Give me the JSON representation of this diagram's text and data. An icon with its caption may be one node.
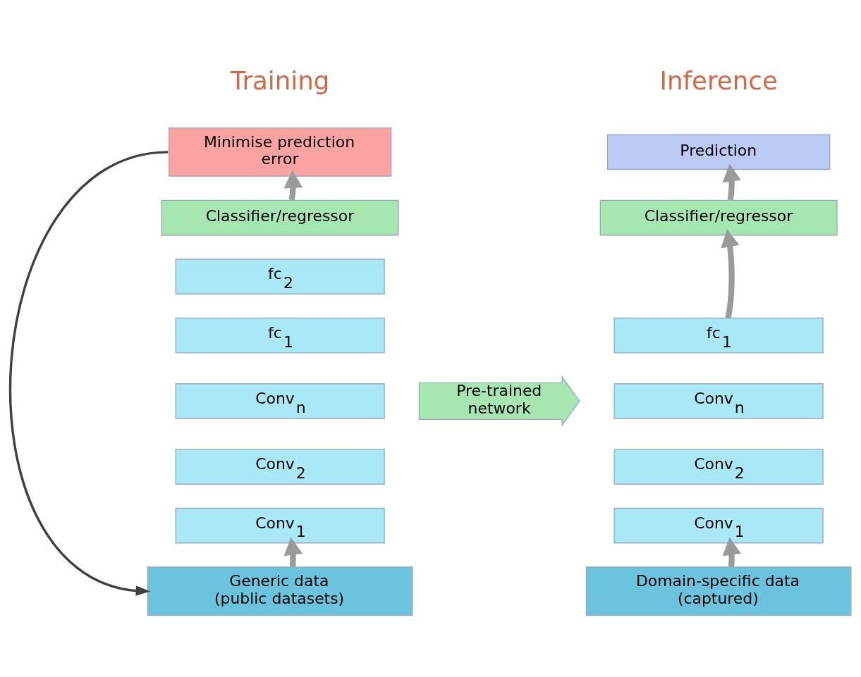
{
  "diagram": {
    "nodes": [
      {
        "text": [
          "Minimise prediction error"
        ]
      },
      {
        "text": [
          "Classifier/regressor"
        ]
      },
      {
        "text": [
          "fc$_{2}$"
        ]
      },
      {
        "text": [
          "fc$_{1}$"
        ]
      },
      {
        "text": [
          "Conv$_{n}$"
        ]
      },
      {
        "text": [
          "Conv$_{2}$"
        ]
      },
      {
        "text": [
          "Conv$_{1}$"
        ]
      },
      {
        "text": [
          "Generic data (public datasets)"
        ]
      },
      {
        "text": [
          "Pre-trained network"
        ]
      },
      {
        "text": [
          "Prediction"
        ]
      },
      {
        "text": [
          "Classifier/regressor"
        ]
      },
      {
        "text": [
          "fc$_{1}$"
        ]
      },
      {
        "text": [
          "Conv$_{n}$"
        ]
      },
      {
        "text": [
          "Conv$_{2}$"
        ]
      },
      {
        "text": [
          "Conv$_{1}$"
        ]
      },
      {
        "text": [
          "Domain-specific data (captured)"
        ]
      }
    ],
    "edges": [
      {
        "from": 7,
        "to": 6,
        "arrow": "to"
      },
      {
        "from": 1,
        "to": 0,
        "arrow": "to"
      },
      {
        "from": 0,
        "to": 7,
        "arrow": "to",
        "color": "#404040"
      },
      {
        "from": 15,
        "to": 14,
        "arrow": "to"
      },
      {
        "from": 11,
        "to": 10,
        "arrow": "to"
      },
      {
        "from": 10,
        "to": 9,
        "arrow": "to"
      }
    ],
    "labels": [
      "Training",
      "Inference"
    ]
  }
}
